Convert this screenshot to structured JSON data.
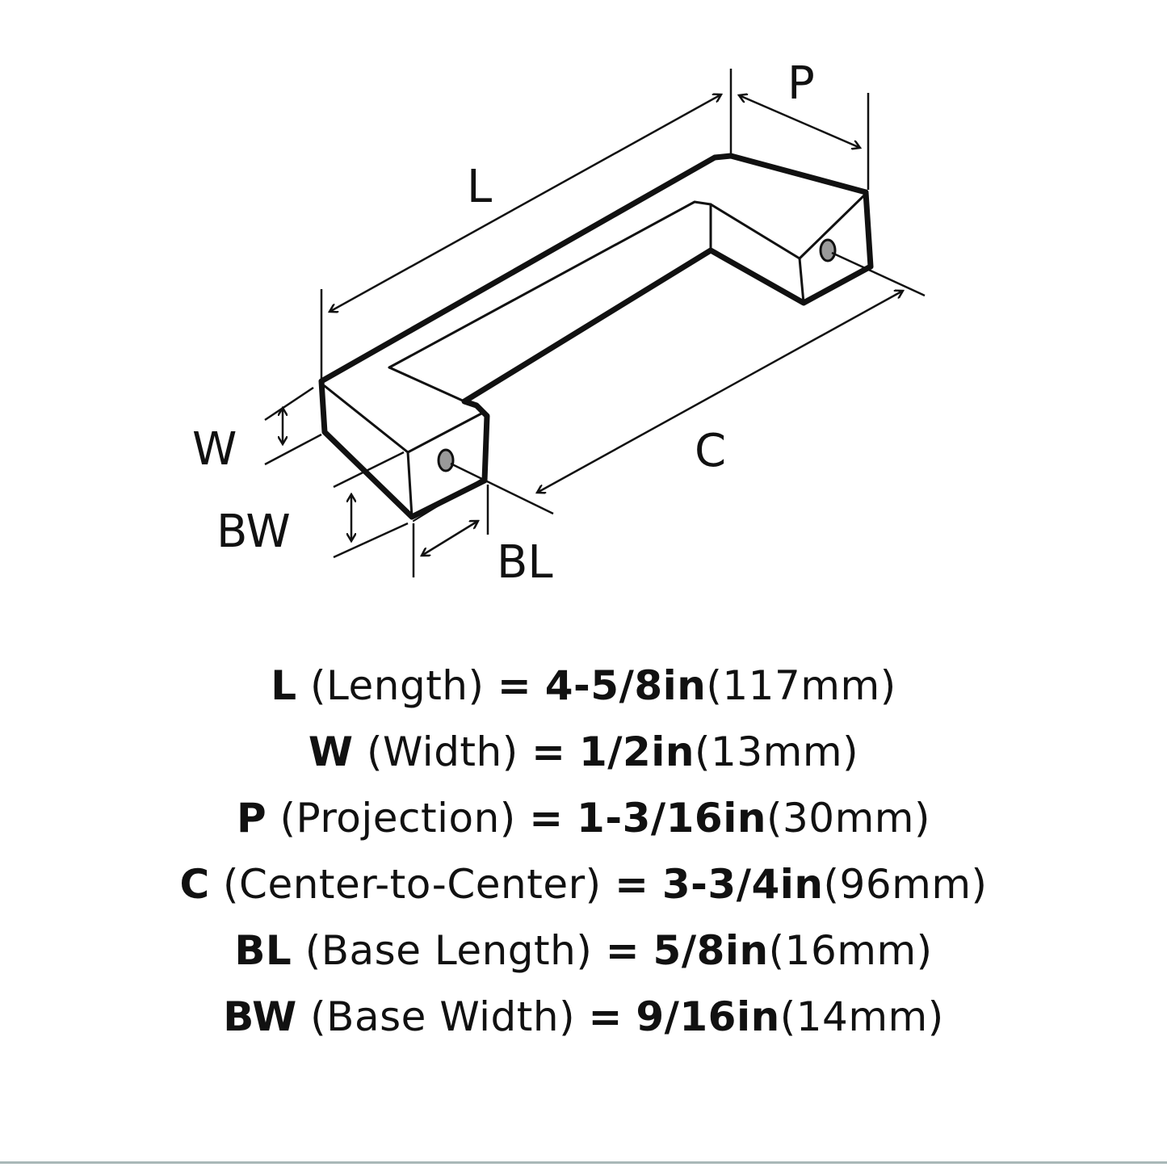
{
  "diagram": {
    "labels": {
      "L": "L",
      "P": "P",
      "C": "C",
      "W": "W",
      "BW": "BW",
      "BL": "BL"
    },
    "hole_color": "#9a9a9a"
  },
  "specs": [
    {
      "code": "L",
      "name": "(Length)",
      "eq": "=",
      "inch": "4-5/8in",
      "mm": "(117mm)"
    },
    {
      "code": "W",
      "name": "(Width)",
      "eq": "=",
      "inch": "1/2in",
      "mm": "(13mm)"
    },
    {
      "code": "P",
      "name": "(Projection)",
      "eq": "=",
      "inch": "1-3/16in",
      "mm": "(30mm)"
    },
    {
      "code": "C",
      "name": "(Center-to-Center)",
      "eq": "=",
      "inch": "3-3/4in",
      "mm": "(96mm)"
    },
    {
      "code": "BL",
      "name": "(Base Length)",
      "eq": "=",
      "inch": "5/8in",
      "mm": "(16mm)"
    },
    {
      "code": "BW",
      "name": "(Base Width)",
      "eq": "=",
      "inch": "9/16in",
      "mm": "(14mm)"
    }
  ]
}
